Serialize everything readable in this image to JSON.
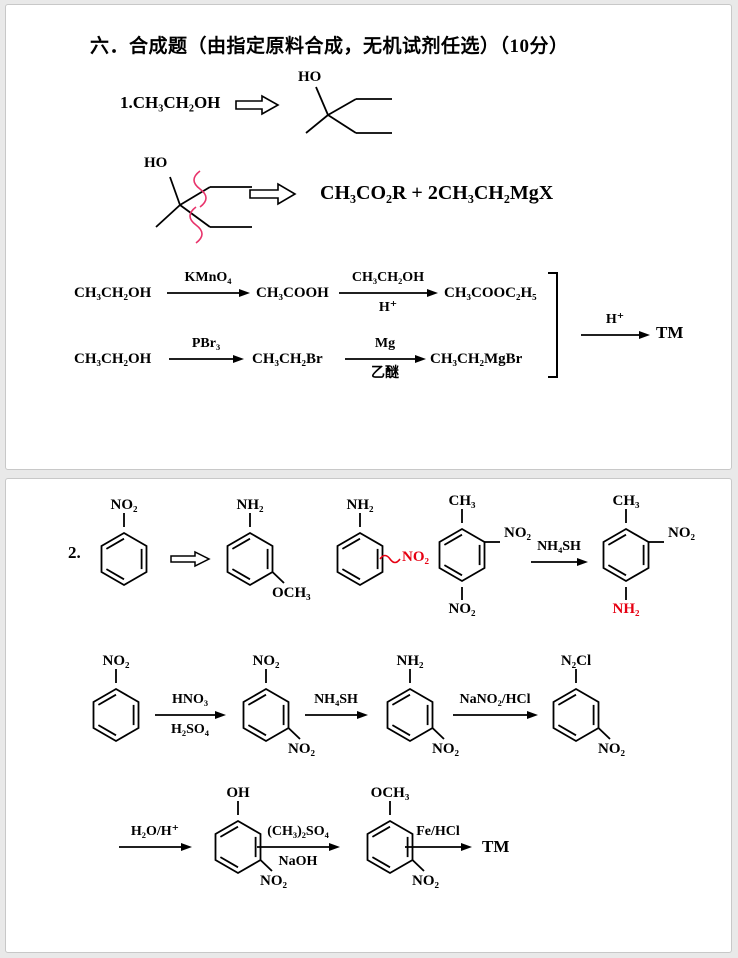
{
  "panel1": {
    "title": "六．合成题（由指定原料合成，无机试剂任选）（10分）",
    "problem1": {
      "given": "1.CH₃CH₂OH",
      "ho": "HO",
      "retro_ho": "HO",
      "retro_result": "CH₃CO₂R  +  2CH₃CH₂MgX"
    },
    "scheme": {
      "rowA": {
        "start": "CH₃CH₂OH",
        "r1": "KMnO₄",
        "mid": "CH₃COOH",
        "r2top": "CH₃CH₂OH",
        "r2bot": "H⁺",
        "product": "CH₃COOC₂H₅"
      },
      "rowB": {
        "start": "CH₃CH₂OH",
        "r1": "PBr₃",
        "mid": "CH₃CH₂Br",
        "r2top": "Mg",
        "r2bot": "乙醚",
        "product": "CH₃CH₂MgBr"
      },
      "final": {
        "rtop": "H⁺",
        "product": "TM"
      }
    }
  },
  "panel2": {
    "label": "2.",
    "row1": {
      "start_top": "NO₂",
      "alt1_top": "NH₂",
      "alt1_meta": "OCH₃",
      "alt2_top": "NH₂",
      "alt2_side": "NO₂",
      "dnt_top": "CH₃",
      "dnt_right": "NO₂",
      "dnt_para": "NO₂",
      "reagent": "NH₄SH",
      "prod_top": "CH₃",
      "prod_right": "NO₂",
      "prod_para": "NH₂"
    },
    "row2": {
      "start_top": "NO₂",
      "a1top": "HNO₃",
      "a1bot": "H₂SO₄",
      "m1_top": "NO₂",
      "m1_meta": "NO₂",
      "a2top": "NH₄SH",
      "m2_top": "NH₂",
      "m2_meta": "NO₂",
      "a3top": "NaNO₂/HCl",
      "m3_top": "N₂Cl",
      "m3_meta": "NO₂"
    },
    "row3": {
      "a1top": "H₂O/H⁺",
      "m1_top": "OH",
      "m1_meta": "NO₂",
      "a2top": "(CH₃)₂SO₄",
      "a2bot": "NaOH",
      "m2_top": "OCH₃",
      "m2_meta": "NO₂",
      "a3top": "Fe/HCl",
      "product": "TM"
    }
  },
  "colors": {
    "highlight_red": "#e60012",
    "disconnect_pink": "#e8336b"
  }
}
